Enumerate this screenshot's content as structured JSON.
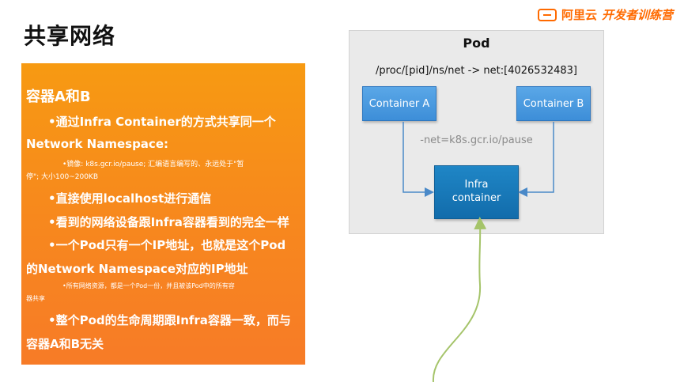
{
  "slide": {
    "title": "共享网络"
  },
  "brand": {
    "logo_icon": "aliyun-logo-icon",
    "name": "阿里云",
    "program": "开发者训练营",
    "color": "#ff6a00"
  },
  "panel": {
    "heading": "容器A和B",
    "line1": "•通过Infra Container的方式共享同一个",
    "line2": "Network Namespace:",
    "small1": "•镜像: k8s.gcr.io/pause; 汇编语言编写的、永远处于\"暂",
    "small2": "停\"; 大小100~200KB",
    "line3": "•直接使用localhost进行通信",
    "line4": "•看到的网络设备跟Infra容器看到的完全一样",
    "line5": "•一个Pod只有一个IP地址，也就是这个Pod",
    "line6": "的Network Namespace对应的IP地址",
    "small3": "•所有网络资源，都是一个Pod一份，并且被该Pod中的所有容",
    "small4": "器共享",
    "line7": "•整个Pod的生命周期跟Infra容器一致，而与",
    "line8": "容器A和B无关",
    "gradient_top": "#f79a12",
    "gradient_bottom": "#f77b27"
  },
  "diagram": {
    "pod_title": "Pod",
    "net_path": "/proc/[pid]/ns/net -> net:[4026532483]",
    "container_a": "Container A",
    "container_b": "Container B",
    "net_label": "-net=k8s.gcr.io/pause",
    "infra_line1": "Infra",
    "infra_line2": "container",
    "container_color": "#4a9be0",
    "infra_color": "#1a78b8",
    "arrow_color": "#4a89c8",
    "pointer_color": "#a5c46a"
  }
}
